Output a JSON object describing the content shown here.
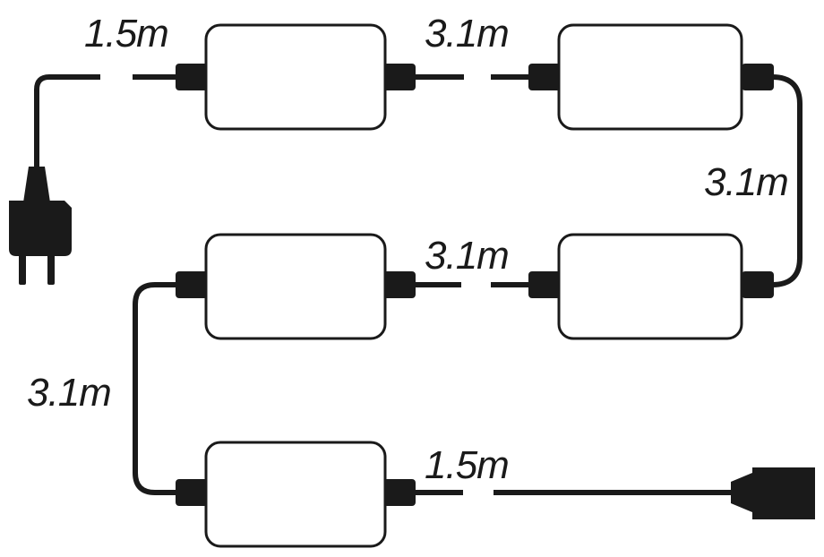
{
  "diagram": {
    "labels": {
      "lead_in": "1.5m",
      "link_1_2": "3.1m",
      "link_2_3": "3.1m",
      "link_3_4": "3.1m",
      "link_4_5": "3.1m",
      "lead_out": "1.5m"
    },
    "colors": {
      "line": "#1a1a1a",
      "background": "#ffffff"
    },
    "icons": {
      "input": "power-plug-icon",
      "output": "power-socket-icon"
    }
  }
}
